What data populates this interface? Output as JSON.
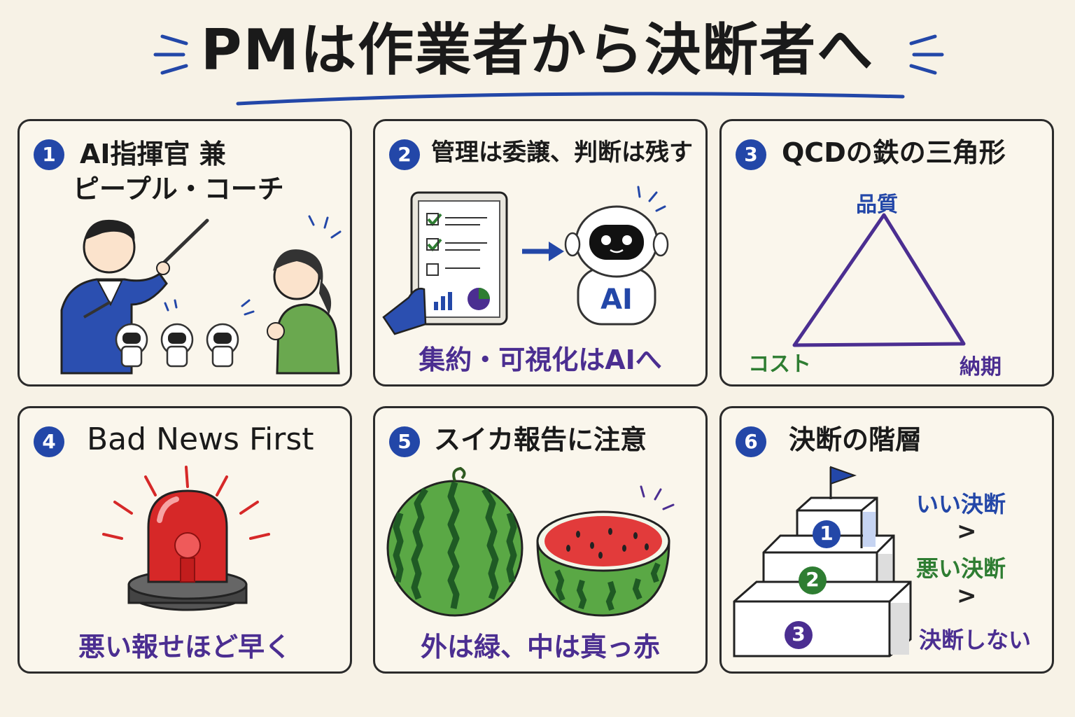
{
  "title": "PMは作業者から決断者へ",
  "panels": [
    {
      "number": "1",
      "title_line1": "AI指揮官 兼",
      "title_line2": "ピープル・コーチ"
    },
    {
      "number": "2",
      "title": "管理は委譲、判断は残す",
      "caption": "集約・可視化はAIへ",
      "robot_label": "AI"
    },
    {
      "number": "3",
      "title": "QCDの鉄の三角形",
      "top_label": "品質",
      "left_label": "コスト",
      "right_label": "納期"
    },
    {
      "number": "4",
      "title": "Bad News First",
      "caption": "悪い報せほど早く"
    },
    {
      "number": "5",
      "title": "スイカ報告に注意",
      "caption": "外は緑、中は真っ赤"
    },
    {
      "number": "6",
      "title": "決断の階層",
      "steps": [
        "1",
        "2",
        "3"
      ],
      "ranking": [
        "いい決断",
        ">",
        "悪い決断",
        ">",
        "決断しない"
      ]
    }
  ],
  "colors": {
    "blue": "#2347a8",
    "purple": "#4b2e91",
    "green": "#2e7d32",
    "red": "#d62828"
  }
}
